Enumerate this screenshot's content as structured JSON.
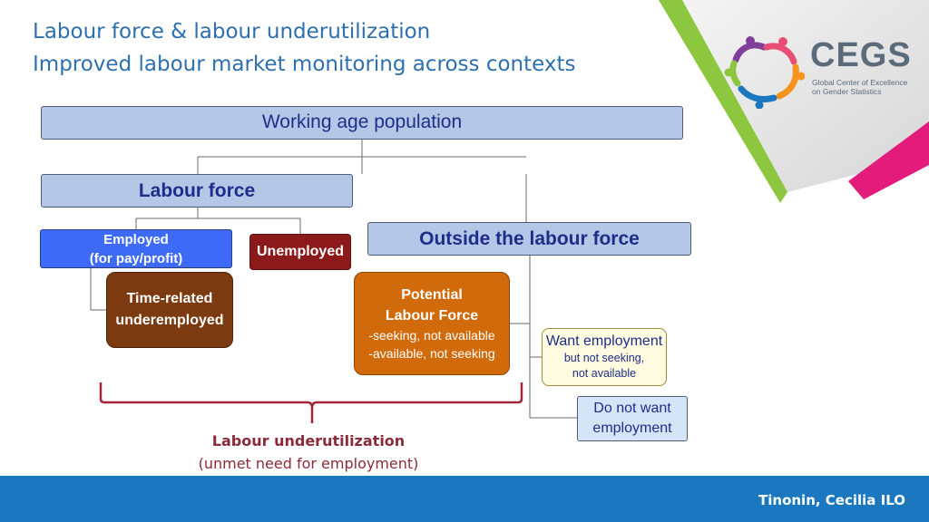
{
  "slide": {
    "title_line1": "Labour force & labour underutilization",
    "title_line2": "Improved labour market monitoring across contexts"
  },
  "logo": {
    "word": "CEGS",
    "subtitle_line1": "Global Center of Excellence",
    "subtitle_line2": "on Gender Statistics"
  },
  "diagram": {
    "working_age_population": "Working age population",
    "labour_force": "Labour force",
    "outside_labour_force": "Outside the labour force",
    "employed_line1": "Employed",
    "employed_line2": "(for pay/profit)",
    "unemployed": "Unemployed",
    "time_related_line1": "Time-related",
    "time_related_line2": "underemployed",
    "potential_line1": "Potential",
    "potential_line2": "Labour Force",
    "potential_line3": "-seeking, not available",
    "potential_line4": "-available, not seeking",
    "want_line1": "Want employment",
    "want_line2": "but not seeking,",
    "want_line3": "not available",
    "dont_want_line1": "Do not want",
    "dont_want_line2": "employment",
    "underutilization_title": "Labour underutilization",
    "underutilization_sub": "(unmet need for employment)"
  },
  "footer": {
    "credit": "Tinonin, Cecilia ILO"
  },
  "colors": {
    "title": "#2e6fad",
    "bar_fill": "#b4c7e7",
    "employed": "#3d6af6",
    "unemployed": "#8c1a1a",
    "time_related": "#7b3a10",
    "potential": "#d06a0a",
    "want": "#fffbe0",
    "dont_want": "#d5e4f7",
    "bracket": "#a1263a",
    "footer": "#1b78bf",
    "accent_green": "#8dc63f",
    "accent_pink": "#e31b7b"
  }
}
